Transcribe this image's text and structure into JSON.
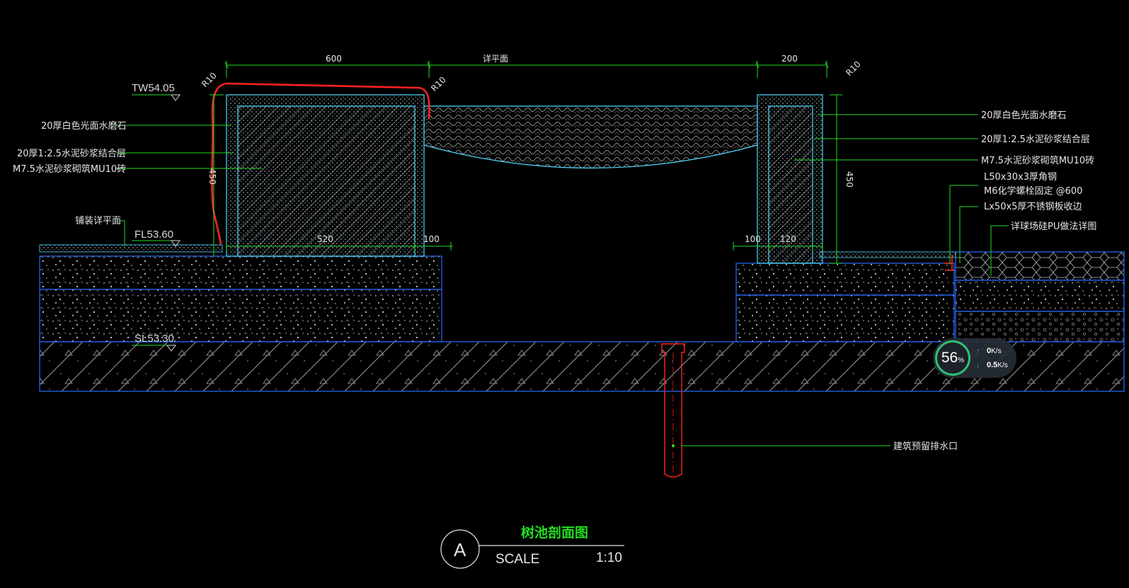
{
  "drawing": {
    "dimensions": {
      "top_left": "600",
      "top_center": "详平面",
      "top_right": "200",
      "radius_1": "R10",
      "radius_2": "R10",
      "radius_3": "R10",
      "height_left": "450",
      "height_right": "450",
      "bottom_520": "520",
      "bottom_100_left": "100",
      "bottom_100_right": "100",
      "bottom_120": "120"
    },
    "elevations": {
      "top_wall": "TW54.05",
      "finish_level": "FL53.60",
      "structure_level": "SL53.30"
    },
    "notes_left": {
      "terrazzo": "20厚白色光面水磨石",
      "mortar": "20厚1:2.5水泥砂浆结合层",
      "brick": "M7.5水泥砂浆砌筑MU10砖",
      "paving": "铺装详平面"
    },
    "notes_right": {
      "terrazzo": "20厚白色光面水磨石",
      "mortar": "20厚1:2.5水泥砂浆结合层",
      "brick": "M7.5水泥砂浆砌筑MU10砖",
      "angle_steel": "L50x30x3厚角钢",
      "anchor": "M6化学螺栓固定 @600",
      "steel_plate": "Lx50x5厚不锈钢板收边",
      "pu_court": "详球场硅PU做法详图"
    },
    "drain_note": "建筑预留排水口",
    "title": "树池剖面图",
    "marker_letter": "A",
    "scale_label": "SCALE",
    "scale_value": "1:10"
  },
  "network_widget": {
    "percent": "56",
    "percent_unit": "%",
    "upload_value": "0",
    "upload_unit": "K/s",
    "download_value": "0.5",
    "download_unit": "K/s"
  },
  "colors": {
    "background": "#000000",
    "outline_blue": "#2b6bff",
    "dimension_green": "#22dd22",
    "wall_cyan": "#4fd8ff",
    "markup_red": "#ff2222"
  }
}
